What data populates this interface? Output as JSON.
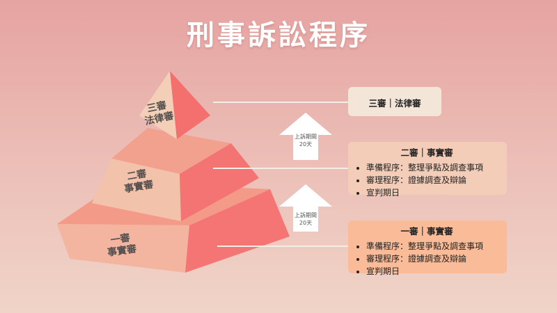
{
  "title": "刑事訴訟程序",
  "pyramid": {
    "tiers": [
      {
        "line1": "三審",
        "line2": "法律審"
      },
      {
        "line1": "二審",
        "line2": "事實審"
      },
      {
        "line1": "一審",
        "line2": "事實審"
      }
    ]
  },
  "arrows": [
    {
      "line1": "上訴期間",
      "line2": "20天"
    },
    {
      "line1": "上訴期間",
      "line2": "20天"
    }
  ],
  "boxes": {
    "third": {
      "title": "三審｜法律審",
      "items": []
    },
    "second": {
      "title": "二審｜事實審",
      "items": [
        "準備程序：整理爭點及調查事項",
        "審理程序：證據調查及辯論",
        "宣判期日"
      ]
    },
    "first": {
      "title": "一審｜事實審",
      "items": [
        "準備程序：整理爭點及調查事項",
        "審理程序：證據調查及辯論",
        "宣判期日"
      ]
    }
  },
  "colors": {
    "box_third": "#f3e5d8",
    "box_second": "#f3cdb8",
    "box_first": "#f9bb98",
    "pyramid_light": "#f3c2ac",
    "pyramid_dark": "#f47372"
  }
}
